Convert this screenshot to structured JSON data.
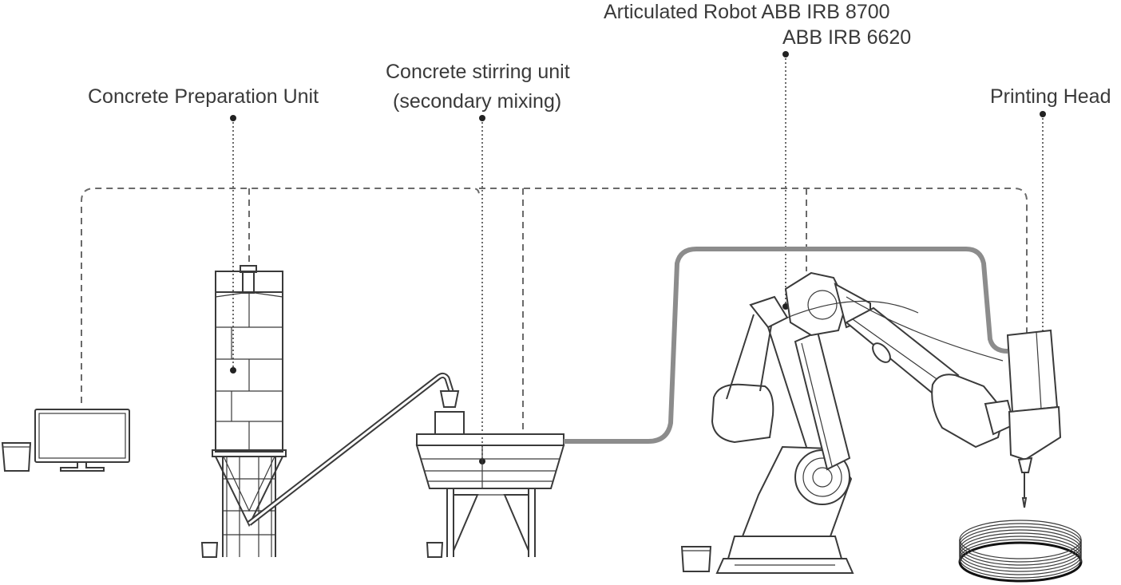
{
  "labels": {
    "preparation_unit": "Concrete Preparation Unit",
    "stirring_unit_line1": "Concrete stirring unit",
    "stirring_unit_line2": "(secondary mixing)",
    "robot_line1": "Articulated Robot ABB IRB 8700",
    "robot_line2": "ABB IRB 6620",
    "printing_head": "Printing Head"
  },
  "colors": {
    "line": "#3a3a3a",
    "dashed": "#6a6a6a",
    "hose": "#8c8c8c",
    "text": "#3a3a3a"
  }
}
